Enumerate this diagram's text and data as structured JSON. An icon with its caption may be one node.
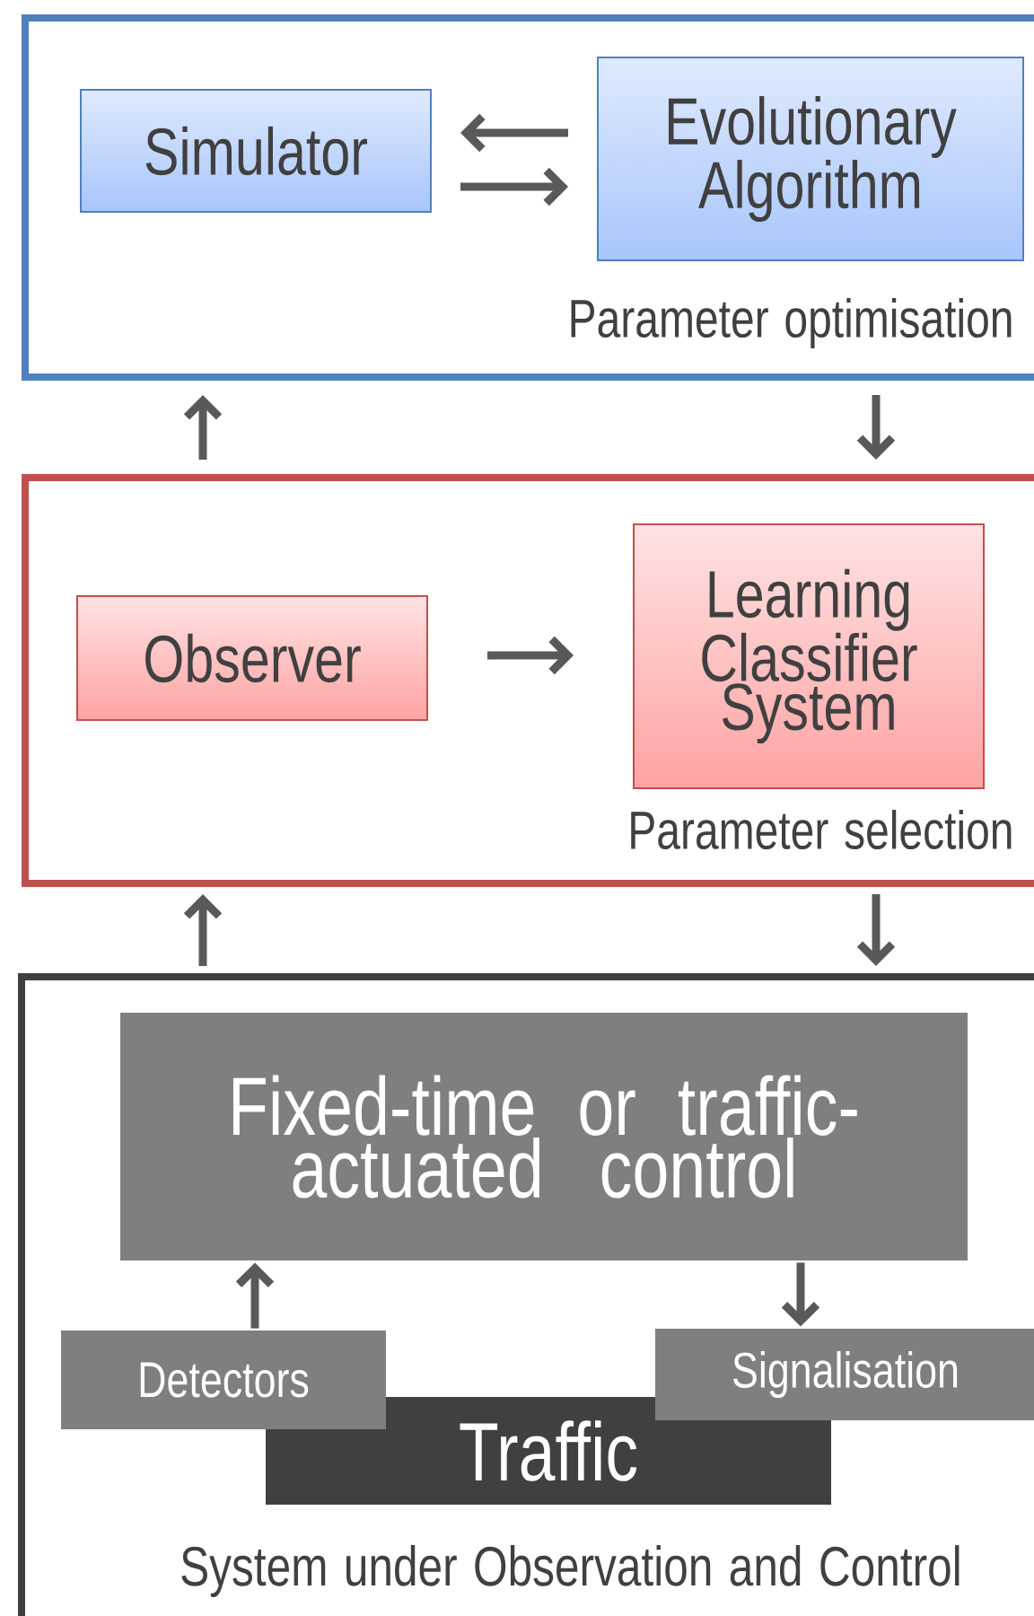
{
  "diagram": {
    "nodes": [
      {
        "text": [
          "Parameter optimisation"
        ]
      },
      {
        "text": [
          "Simulator"
        ],
        "in": 0
      },
      {
        "text": [
          "Evolutionary Algorithm"
        ],
        "in": 0
      },
      {
        "text": [
          "Parameter selection"
        ]
      },
      {
        "text": [
          "Observer"
        ],
        "in": 3
      },
      {
        "text": [
          "Learning Classifier System"
        ],
        "in": 3
      },
      {
        "text": [
          "System under Observation and Control"
        ]
      },
      {
        "text": [
          "Fixed-time or traffic-actuated control"
        ],
        "in": 6
      },
      {
        "text": [
          "Detectors"
        ],
        "in": 6
      },
      {
        "text": [
          "Traffic"
        ],
        "in": 6
      },
      {
        "text": [
          "Signalisation"
        ],
        "in": 6
      }
    ],
    "edges": [
      {
        "from": 2,
        "to": 1,
        "arrow": "to"
      },
      {
        "from": 1,
        "to": 2,
        "arrow": "to"
      },
      {
        "from": 3,
        "to": 0,
        "arrow": "to"
      },
      {
        "from": 0,
        "to": 3,
        "arrow": "to"
      },
      {
        "from": 4,
        "to": 5,
        "arrow": "to"
      },
      {
        "from": 6,
        "to": 3,
        "arrow": "to"
      },
      {
        "from": 3,
        "to": 6,
        "arrow": "to"
      },
      {
        "from": 8,
        "to": 7,
        "arrow": "to"
      },
      {
        "from": 7,
        "to": 10,
        "arrow": "to"
      }
    ]
  }
}
